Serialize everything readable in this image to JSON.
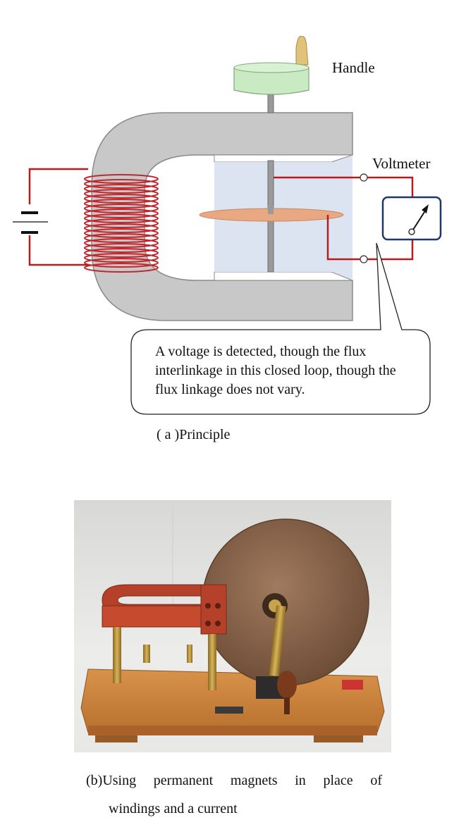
{
  "labels": {
    "handle": "Handle",
    "voltmeter": "Voltmeter"
  },
  "callout": {
    "line1": "A voltage is detected, though the flux",
    "line2": "interlinkage in this closed loop, though the",
    "line3": "flux linkage  does not vary."
  },
  "captions": {
    "a": "( a )Principle",
    "b_line1": "(b)Using permanent magnets in place of",
    "b_line2": "windings and a current"
  },
  "colors": {
    "magnet": "#c8c8c8",
    "magnet_stroke": "#8a8a8a",
    "coil": "#c0282e",
    "wire": "#b71c1c",
    "field_region": "#dce4f2",
    "disk": "#e8a882",
    "handle_knob": "#c9eac3",
    "handle_grip": "#e0c27a",
    "meter_stroke": "#1f3864"
  },
  "icons": {
    "battery": "battery-icon",
    "meter": "voltmeter-icon"
  }
}
